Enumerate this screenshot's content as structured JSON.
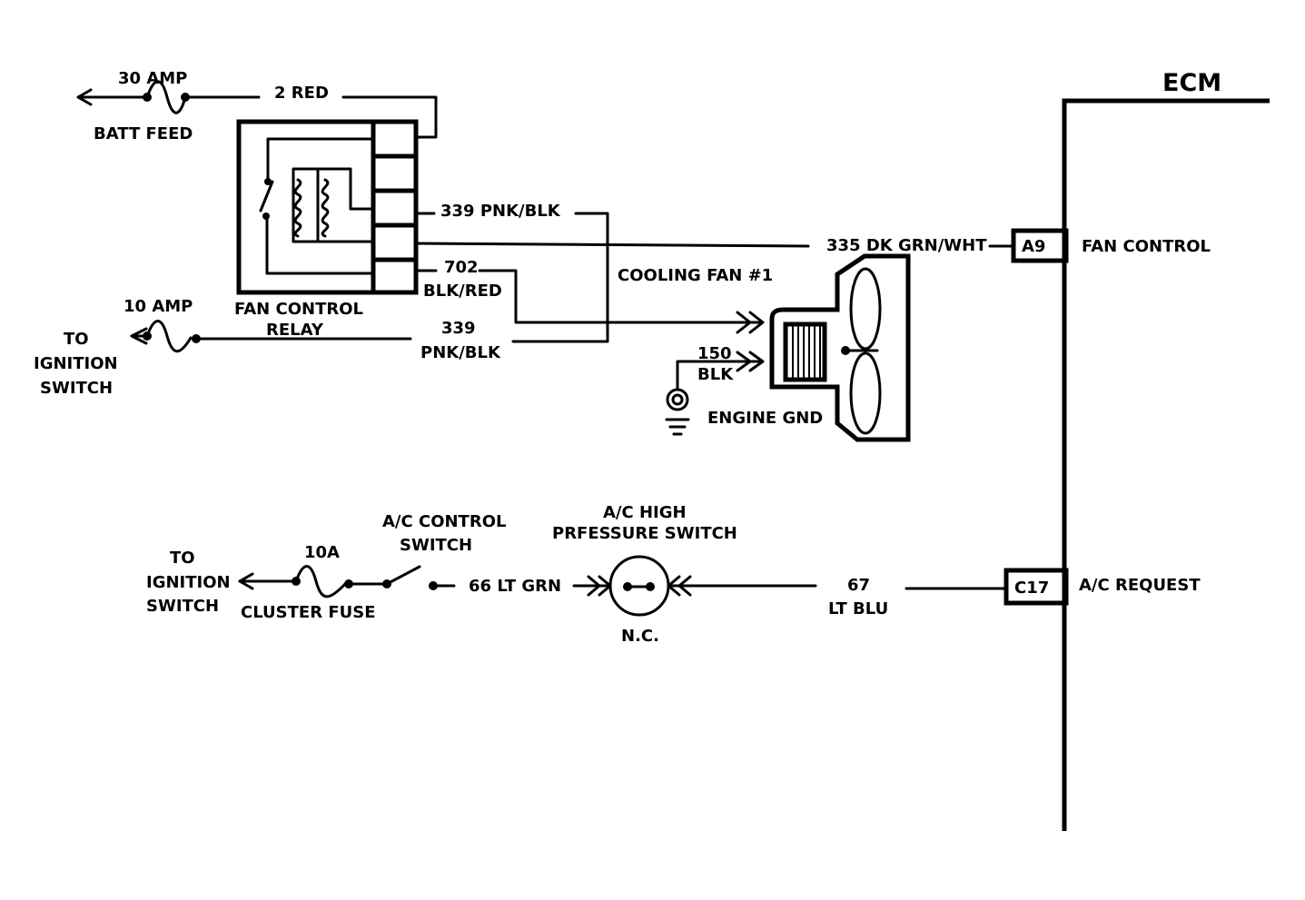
{
  "labels": {
    "ecm": "ECM",
    "amp30": "30 AMP",
    "batt_feed": "BATT FEED",
    "red2": "2 RED",
    "pnkblk339_top": "339 PNK/BLK",
    "dkgrn335": "335 DK GRN/WHT",
    "a9": "A9",
    "fan_control": "FAN  CONTROL",
    "w702": "702",
    "blkred": "BLK/RED",
    "cooling_fan": "COOLING FAN #1",
    "relay_l1": "FAN CONTROL",
    "relay_l2": "RELAY",
    "amp10": "10 AMP",
    "to_ign1_l1": "TO",
    "to_ign1_l2": "IGNITION",
    "to_ign1_l3": "SWITCH",
    "w339_bot": "339",
    "pnkblk_bot": "PNK/BLK",
    "blk150": "150",
    "blk": "BLK",
    "engine_gnd": "ENGINE GND",
    "ac_high_l1": "A/C HIGH",
    "ac_high_l2": "PRFESSURE  SWITCH",
    "ac_ctrl_l1": "A/C CONTROL",
    "ac_ctrl_l2": "SWITCH",
    "to_ign2_l1": "TO",
    "to_ign2_l2": "IGNITION",
    "to_ign2_l3": "SWITCH",
    "a10": "10A",
    "cluster_fuse": "CLUSTER FUSE",
    "ltgrn66": "66  LT GRN",
    "nc": "N.C.",
    "w67": "67",
    "ltblu": "LT BLU",
    "c17": "C17",
    "ac_request": "A/C REQUEST"
  },
  "colors": {
    "ink": "#000000",
    "paper": "#ffffff"
  }
}
